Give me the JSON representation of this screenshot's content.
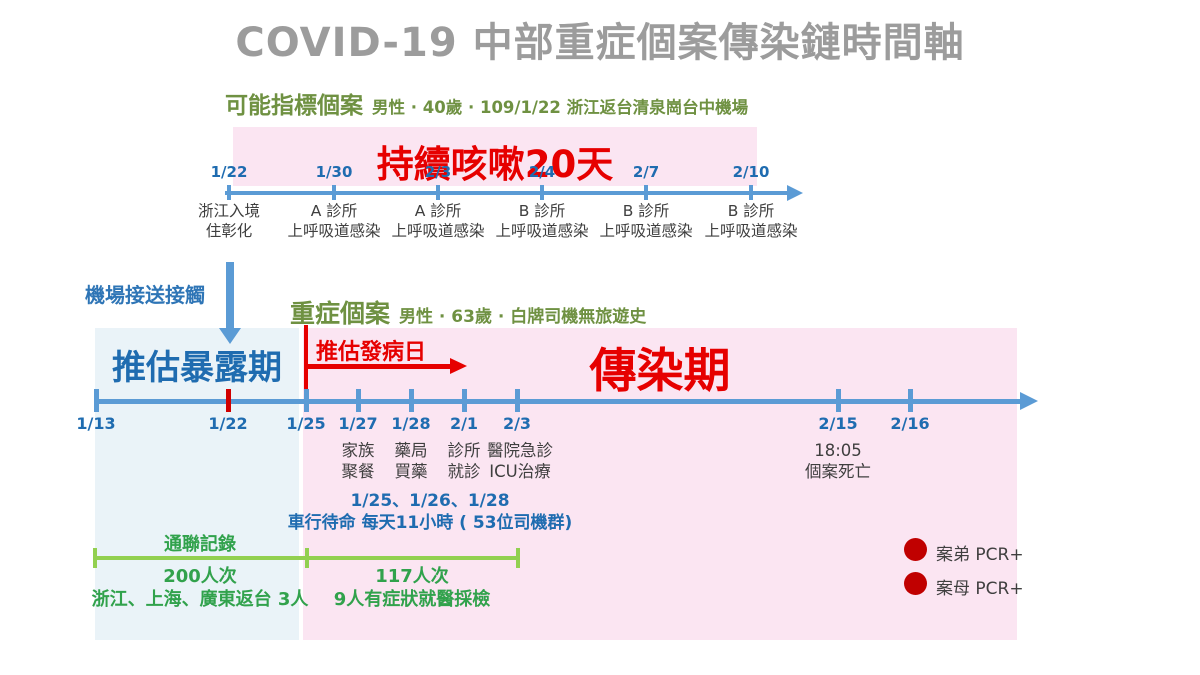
{
  "title": "COVID-19 中部重症個案傳染鏈時間軸",
  "index_case": {
    "label": "可能指標個案",
    "details": "男性 · 40歲 · 109/1/22 浙江返台清泉崗台中機場",
    "symptom_banner": "持續咳嗽20天",
    "ticks": [
      {
        "date": "1/22",
        "event1": "浙江入境",
        "event2": "住彰化"
      },
      {
        "date": "1/30",
        "event1": "A 診所",
        "event2": "上呼吸道感染"
      },
      {
        "date": "2/3",
        "event1": "A 診所",
        "event2": "上呼吸道感染"
      },
      {
        "date": "2/4",
        "event1": "B 診所",
        "event2": "上呼吸道感染"
      },
      {
        "date": "2/7",
        "event1": "B 診所",
        "event2": "上呼吸道感染"
      },
      {
        "date": "2/10",
        "event1": "B 診所",
        "event2": "上呼吸道感染"
      }
    ]
  },
  "link_label": "機場接送接觸",
  "severe_case": {
    "label": "重症個案",
    "details": "男性 · 63歲 · 白牌司機無旅遊史",
    "exposure_label": "推估暴露期",
    "onset_label": "推估發病日",
    "infectious_label": "傳染期",
    "ticks": [
      {
        "date": "1/13"
      },
      {
        "date": "1/22"
      },
      {
        "date": "1/25"
      },
      {
        "date": "1/27",
        "event1": "家族",
        "event2": "聚餐"
      },
      {
        "date": "1/28",
        "event1": "藥局",
        "event2": "買藥"
      },
      {
        "date": "2/1",
        "event1": "診所",
        "event2": "就診"
      },
      {
        "date": "2/3",
        "event1": "醫院急診",
        "event2": "ICU治療"
      },
      {
        "date": "2/15",
        "event1": "18:05",
        "event2": "個案死亡"
      },
      {
        "date": "2/16"
      }
    ],
    "standby_note1": "1/25、1/26、1/28",
    "standby_note2": "車行待命 每天11小時 ( 53位司機群)"
  },
  "contact_records": {
    "title": "通聯記錄",
    "left_count": "200人次",
    "left_note": "浙江、上海、廣東返台 3人",
    "right_count": "117人次",
    "right_note": "9人有症狀就醫採檢"
  },
  "legend": {
    "item1": "案弟 PCR+",
    "item2": "案母 PCR+"
  },
  "colors": {
    "title_gray": "#9C9C9C",
    "header_green": "#6F9142",
    "bright_green": "#31A24C",
    "bracket_green": "#92D050",
    "timeline_blue": "#5B9BD5",
    "label_blue": "#1F6CB0",
    "red": "#E60000",
    "tick_red": "#D00000",
    "legend_red": "#C00000",
    "pink_box": "#FBE5F2",
    "blue_box": "#EAF3F8",
    "text_dark": "#3F3F3F"
  }
}
